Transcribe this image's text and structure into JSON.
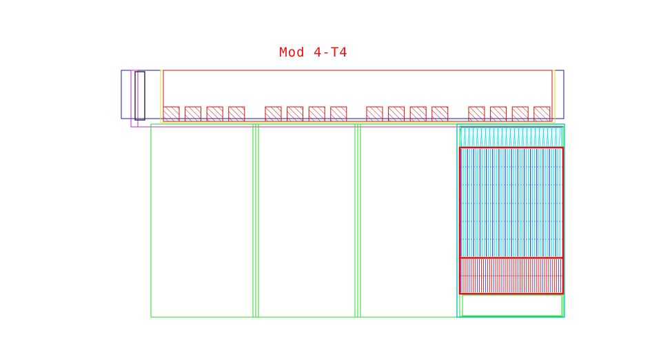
{
  "diagram": {
    "title": "Mod 4-T4",
    "colors": {
      "background": "#ffffff",
      "title": "#ee1111",
      "outline_blue": "#1010cc",
      "outline_red": "#dd1111",
      "outline_magenta": "#cc22cc",
      "outline_green": "#22dd22",
      "outline_yellow": "#dddd22",
      "outline_cyan": "#11cccc",
      "dark_gray": "#333333",
      "hatch": "#cc1111",
      "cyan_fill": "#22ddee",
      "blue_line": "#2244dd"
    },
    "pad_groups": 4,
    "pads_per_group": 4,
    "panels": 4
  }
}
